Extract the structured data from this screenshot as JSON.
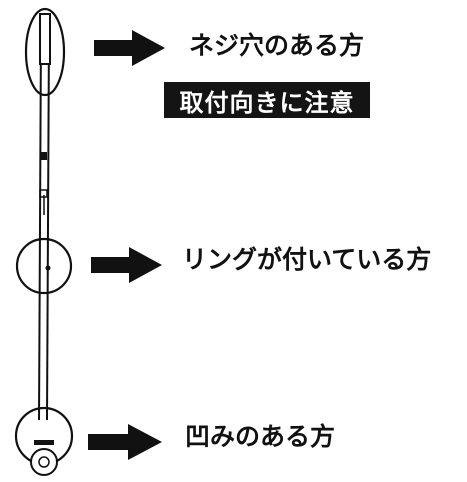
{
  "labels": {
    "screw_hole_side": "ネジ穴のある方",
    "orientation_warning": "取付向きに注意",
    "ring_side": "リングが付いている方",
    "dent_side": "凹みのある方"
  },
  "colors": {
    "ink": "#111111",
    "warning_background": "#141414",
    "warning_text": "#ffffff"
  }
}
